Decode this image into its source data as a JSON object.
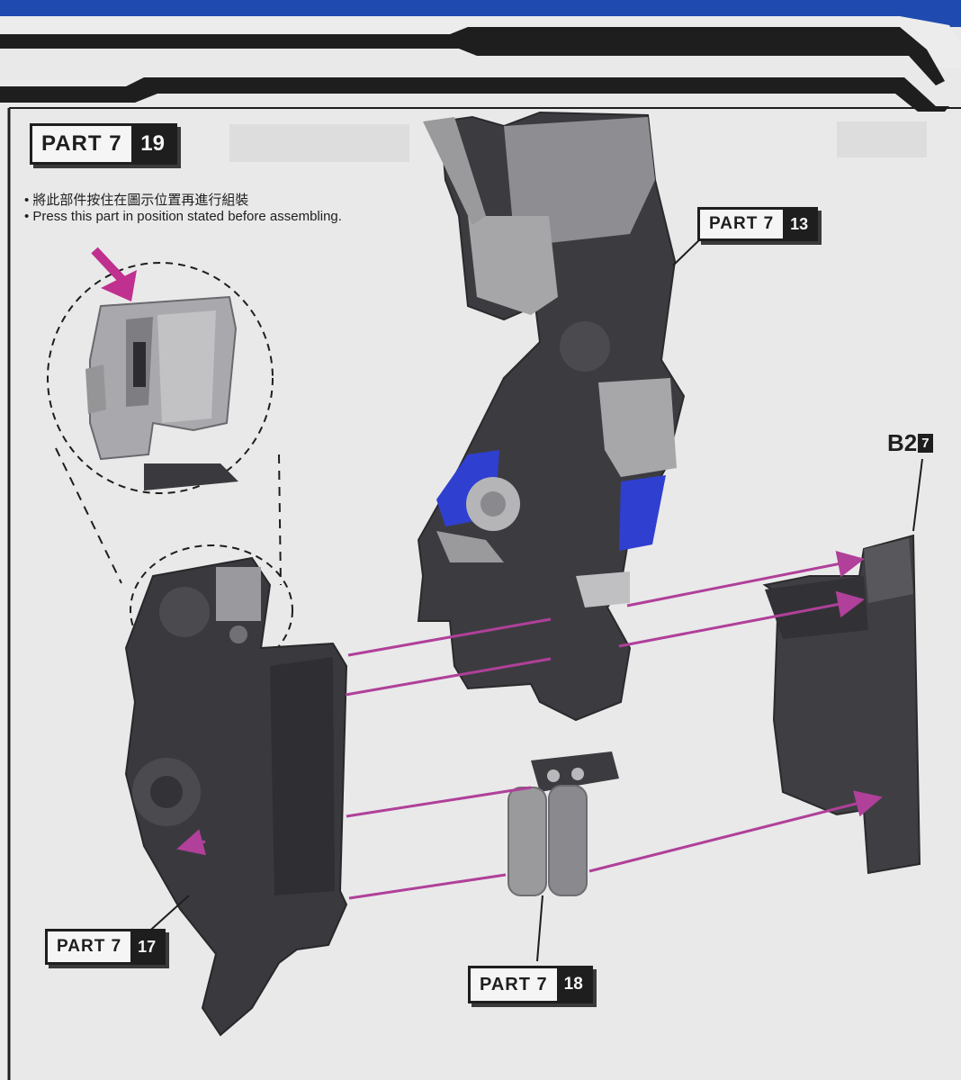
{
  "header": {
    "step_label": "PART 7",
    "step_number": "19"
  },
  "notes": {
    "chinese": "• 將此部件按住在圖示位置再進行組裝",
    "english": "• Press this part  in position stated before assembling."
  },
  "callouts": {
    "part_13": {
      "label": "PART 7",
      "number": "13"
    },
    "part_17": {
      "label": "PART 7",
      "number": "17"
    },
    "part_18": {
      "label": "PART 7",
      "number": "18"
    },
    "runner_part": {
      "code": "B2",
      "number": "7"
    }
  },
  "colors": {
    "page_background": "#e9e9e9",
    "frame_dark": "#1e1e1e",
    "arrow_magenta": "#b0409a",
    "press_arrow": "#c0308f",
    "part_dark": "#3c3c40",
    "part_mid": "#8e8e92",
    "part_light": "#b9b9bb",
    "accent_blue": "#2f3fd0"
  },
  "icons": {
    "press_indicator": "down-arrow-icon",
    "assembly_arrows": "arrow-right-icon"
  }
}
